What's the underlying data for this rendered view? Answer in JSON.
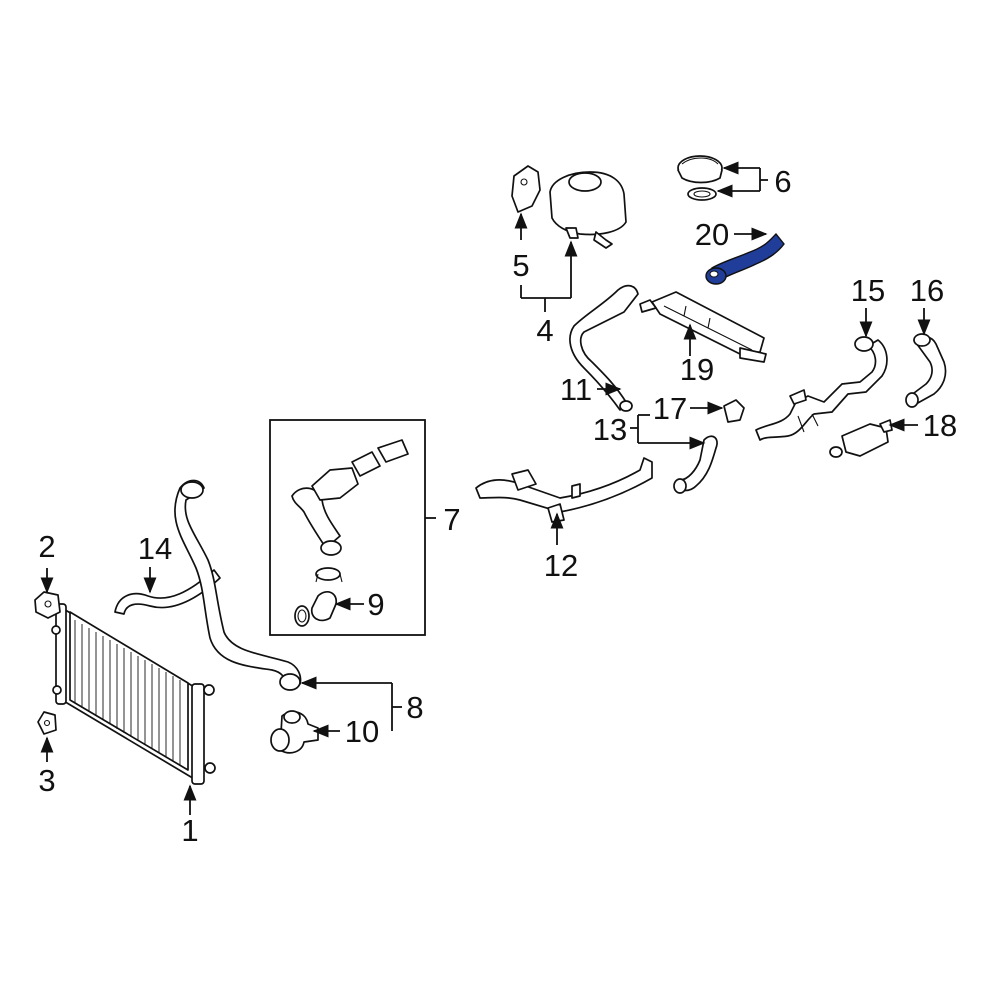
{
  "diagram": {
    "highlight_color": "#1f3d99",
    "line_color": "#111111",
    "callouts": [
      {
        "id": "c1",
        "text": "1"
      },
      {
        "id": "c2",
        "text": "2"
      },
      {
        "id": "c3",
        "text": "3"
      },
      {
        "id": "c4",
        "text": "4"
      },
      {
        "id": "c5",
        "text": "5"
      },
      {
        "id": "c6",
        "text": "6"
      },
      {
        "id": "c7",
        "text": "7"
      },
      {
        "id": "c8",
        "text": "8"
      },
      {
        "id": "c9",
        "text": "9"
      },
      {
        "id": "c10",
        "text": "10"
      },
      {
        "id": "c11",
        "text": "11"
      },
      {
        "id": "c12",
        "text": "12"
      },
      {
        "id": "c13",
        "text": "13"
      },
      {
        "id": "c14",
        "text": "14"
      },
      {
        "id": "c15",
        "text": "15"
      },
      {
        "id": "c16",
        "text": "16"
      },
      {
        "id": "c17",
        "text": "17"
      },
      {
        "id": "c18",
        "text": "18"
      },
      {
        "id": "c19",
        "text": "19"
      },
      {
        "id": "c20",
        "text": "20"
      }
    ]
  }
}
